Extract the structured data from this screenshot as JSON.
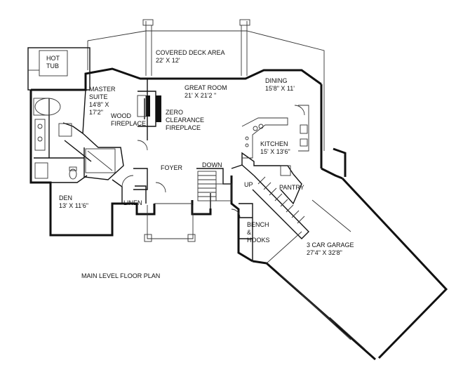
{
  "title": "MAIN LEVEL FLOOR PLAN",
  "rooms": {
    "hot_tub": {
      "line1": "HOT",
      "line2": "TUB"
    },
    "covered_deck": {
      "name": "COVERED DECK AREA",
      "size": "22' X 12'"
    },
    "master_suite": {
      "line1": "MASTER",
      "line2": "SUITE",
      "line3": "14'8\" X",
      "line4": "17'2\""
    },
    "wood_fireplace": {
      "line1": "WOOD",
      "line2": "FIREPLACE"
    },
    "zero_clearance": {
      "line1": "ZERO",
      "line2": "CLEARANCE",
      "line3": "FIREPLACE"
    },
    "great_room": {
      "name": "GREAT ROOM",
      "size": "21' X 21'2 \""
    },
    "dining": {
      "name": "DINING",
      "size": "15'8\" X 11'"
    },
    "kitchen": {
      "name": "KITCHEN",
      "size": "15' X 13'6\""
    },
    "foyer": {
      "name": "FOYER"
    },
    "down": {
      "name": "DOWN"
    },
    "up": {
      "name": "UP"
    },
    "pantry": {
      "name": "PANTRY"
    },
    "den": {
      "name": "DEN",
      "size": "13' X 11'6\""
    },
    "linen": {
      "name": "LINEN"
    },
    "bench": {
      "line1": "BENCH",
      "line2": "&",
      "line3": "HOOKS"
    },
    "garage": {
      "name": "3 CAR GARAGE",
      "size": "27'4\" X 32'8\""
    }
  }
}
